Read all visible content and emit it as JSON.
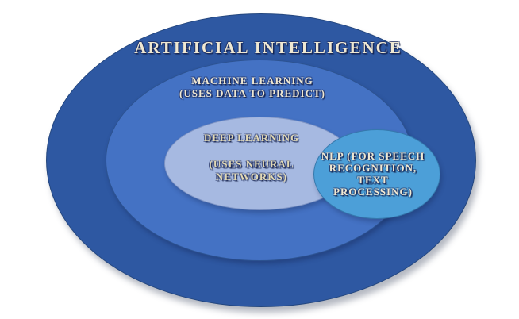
{
  "diagram": {
    "type": "nested-venn-ellipses",
    "title": "ARTIFICIAL INTELLIGENCE",
    "machine_learning": {
      "line1": "MACHINE LEARNING",
      "line2": "(USES DATA TO PREDICT)"
    },
    "deep_learning": {
      "line1": "DEEP LEARNING",
      "line2": "(USES NEURAL",
      "line3": "NETWORKS)"
    },
    "nlp": {
      "line1": "NLP (FOR SPEECH",
      "line2": "RECOGNITION,",
      "line3": "TEXT",
      "line4": "PROCESSING)"
    },
    "colors": {
      "background": "#ffffff",
      "outer_ellipse": "#2e58a2",
      "middle_ellipse": "#4472c4",
      "inner_ellipse": "#a6b9e1",
      "nlp_ellipse": "#4c9fd8",
      "label_text": "#efe8d2",
      "inner_label_text": "#e2d9b4",
      "text_outline": "#1f2c5c"
    }
  }
}
